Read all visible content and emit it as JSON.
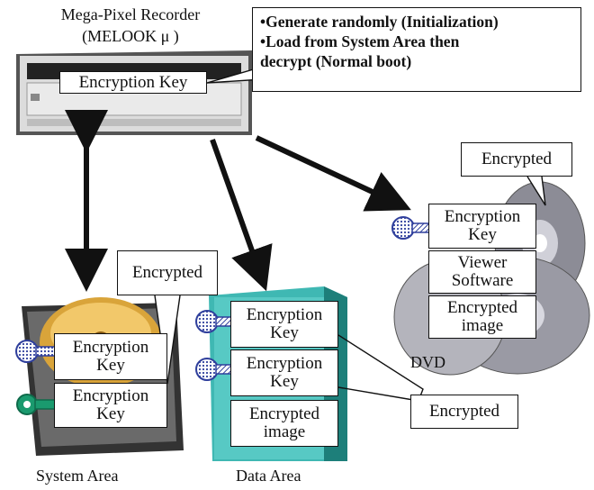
{
  "recorder": {
    "title_line1": "Mega-Pixel Recorder",
    "title_line2": "(MELOOK μ )",
    "key_label": "Encryption Key"
  },
  "note": {
    "line1": "•Generate randomly (Initialization)",
    "line2": "•Load from System Area then",
    "line3": "decrypt (Normal boot)"
  },
  "system_area": {
    "caption": "System Area",
    "callout": "Encrypted",
    "key1": "Encryption Key",
    "key2": "Encryption Key"
  },
  "data_area": {
    "caption": "Data Area",
    "callout": "Encrypted",
    "key1": "Encryption Key",
    "key2": "Encryption Key",
    "image": "Encrypted image"
  },
  "dvd": {
    "caption": "DVD",
    "callout": "Encrypted",
    "key": "Encryption Key",
    "viewer": "Viewer Software",
    "image": "Encrypted image"
  },
  "colors": {
    "key_blue": "#2f3f9c",
    "key_green": "#1a9a6e",
    "cabinet": "#3fb8b3",
    "hdd_platter": "#d9a43a",
    "disc": "#9a9aa4"
  }
}
